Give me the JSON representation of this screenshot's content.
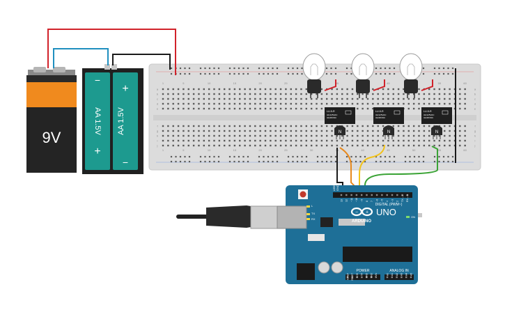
{
  "battery_9v": {
    "label": "9V"
  },
  "battery_pack": {
    "cell_label": "AA 1.5V",
    "plus": "+",
    "minus": "−"
  },
  "breadboard": {
    "col_numbers": [
      "1",
      "5",
      "10",
      "15",
      "20",
      "25",
      "30",
      "35",
      "40",
      "45",
      "50",
      "55",
      "60"
    ],
    "row_letters_top": [
      "a",
      "b",
      "c",
      "d",
      "e"
    ],
    "row_letters_bottom": [
      "f",
      "g",
      "h",
      "i",
      "j"
    ]
  },
  "relays": [
    {
      "line1": "LU-5-R",
      "line2": "3A/125VAC",
      "line3": "3A/28VDC",
      "transistor_label": "N"
    },
    {
      "line1": "LU-5-R",
      "line2": "3A/125VAC",
      "line3": "3A/28VDC",
      "transistor_label": "N"
    },
    {
      "line1": "LU-5-R",
      "line2": "3A/125VAC",
      "line3": "3A/28VDC",
      "transistor_label": "N"
    }
  ],
  "arduino": {
    "logo_text": "ARDUINO",
    "model": "UNO",
    "digital_label": "DIGITAL (PWM~)",
    "power_label": "POWER",
    "analog_label": "ANALOG IN",
    "tx_label": "TX",
    "rx_label": "RX",
    "l_label": "L",
    "on_label": "ON",
    "aref_label": "AREF",
    "gnd_label": "GND",
    "digital_pins": [
      "13",
      "12",
      "~11",
      "~10",
      "~9",
      "8",
      "7",
      "~6",
      "~5",
      "4",
      "~3",
      "2",
      "TX→1",
      "RX←0"
    ],
    "power_pins": [
      "IOREF",
      "RESET",
      "3.3V",
      "5V",
      "GND",
      "GND",
      "Vin"
    ],
    "analog_pins": [
      "A0",
      "A1",
      "A2",
      "A3",
      "A4",
      "A5"
    ]
  },
  "colors": {
    "wire_red": "#d1222a",
    "wire_black": "#1a1a1a",
    "wire_blue": "#1f8fbf",
    "wire_orange": "#e8891c",
    "wire_yellow": "#f2c21b",
    "wire_green": "#3aa335",
    "board_blue": "#1e6f97",
    "pack_teal": "#1d9a8f"
  }
}
